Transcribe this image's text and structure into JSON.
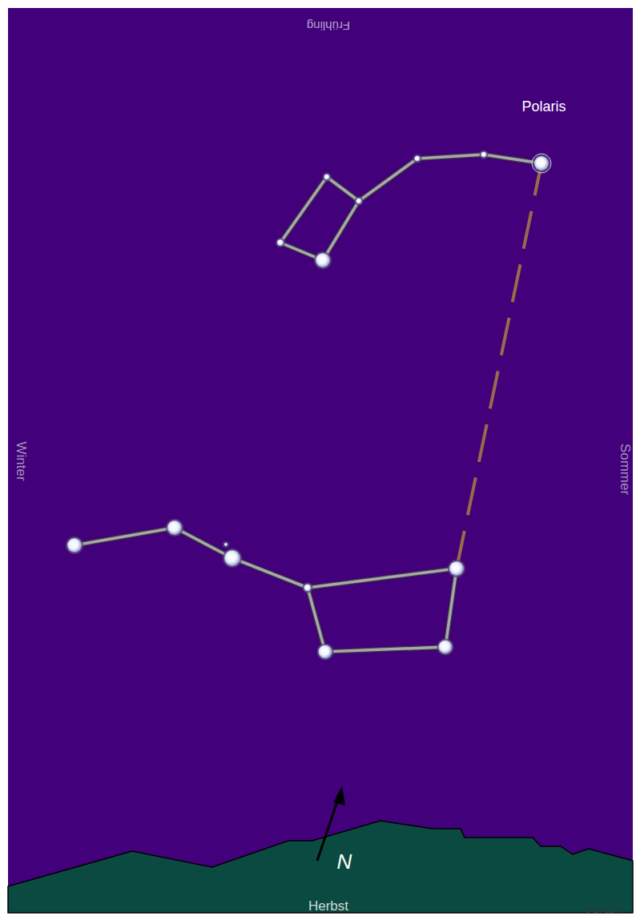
{
  "diagram": {
    "labels": [
      "Frühling",
      "Polaris",
      "Winter",
      "Sommer",
      "N",
      "Herbst",
      "© DF8ZR"
    ]
  }
}
